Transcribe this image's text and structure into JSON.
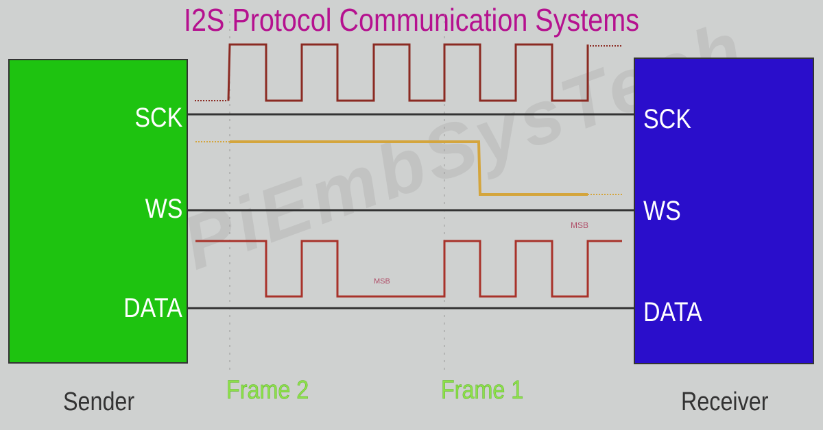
{
  "title": "I2S Protocol Communication Systems",
  "sender": {
    "label": "Sender",
    "color": "#1ec310",
    "pins": [
      "SCK",
      "WS",
      "DATA"
    ]
  },
  "receiver": {
    "label": "Receiver",
    "color": "#2a0ecb",
    "pins": [
      "SCK",
      "WS",
      "DATA"
    ]
  },
  "frames": [
    "Frame 2",
    "Frame 1"
  ],
  "signals": {
    "sck": {
      "name": "SCK",
      "color": "#8b2a22",
      "pattern": "clock, 5 full cycles"
    },
    "ws": {
      "name": "WS",
      "color": "#d4a53c",
      "pattern": "high then low at Frame 1 mid"
    },
    "data": {
      "name": "DATA",
      "color": "#a8322a",
      "pattern": "1,0,1,0,0,0,1,0,1,0,1"
    }
  },
  "annotations": {
    "msb_low": "MSB",
    "msb_high": "MSB"
  },
  "watermark": "PiEmbSysTech",
  "colors": {
    "title": "#b5118f",
    "frame_text": "#8ee04a",
    "background": "#cfd1d0"
  }
}
